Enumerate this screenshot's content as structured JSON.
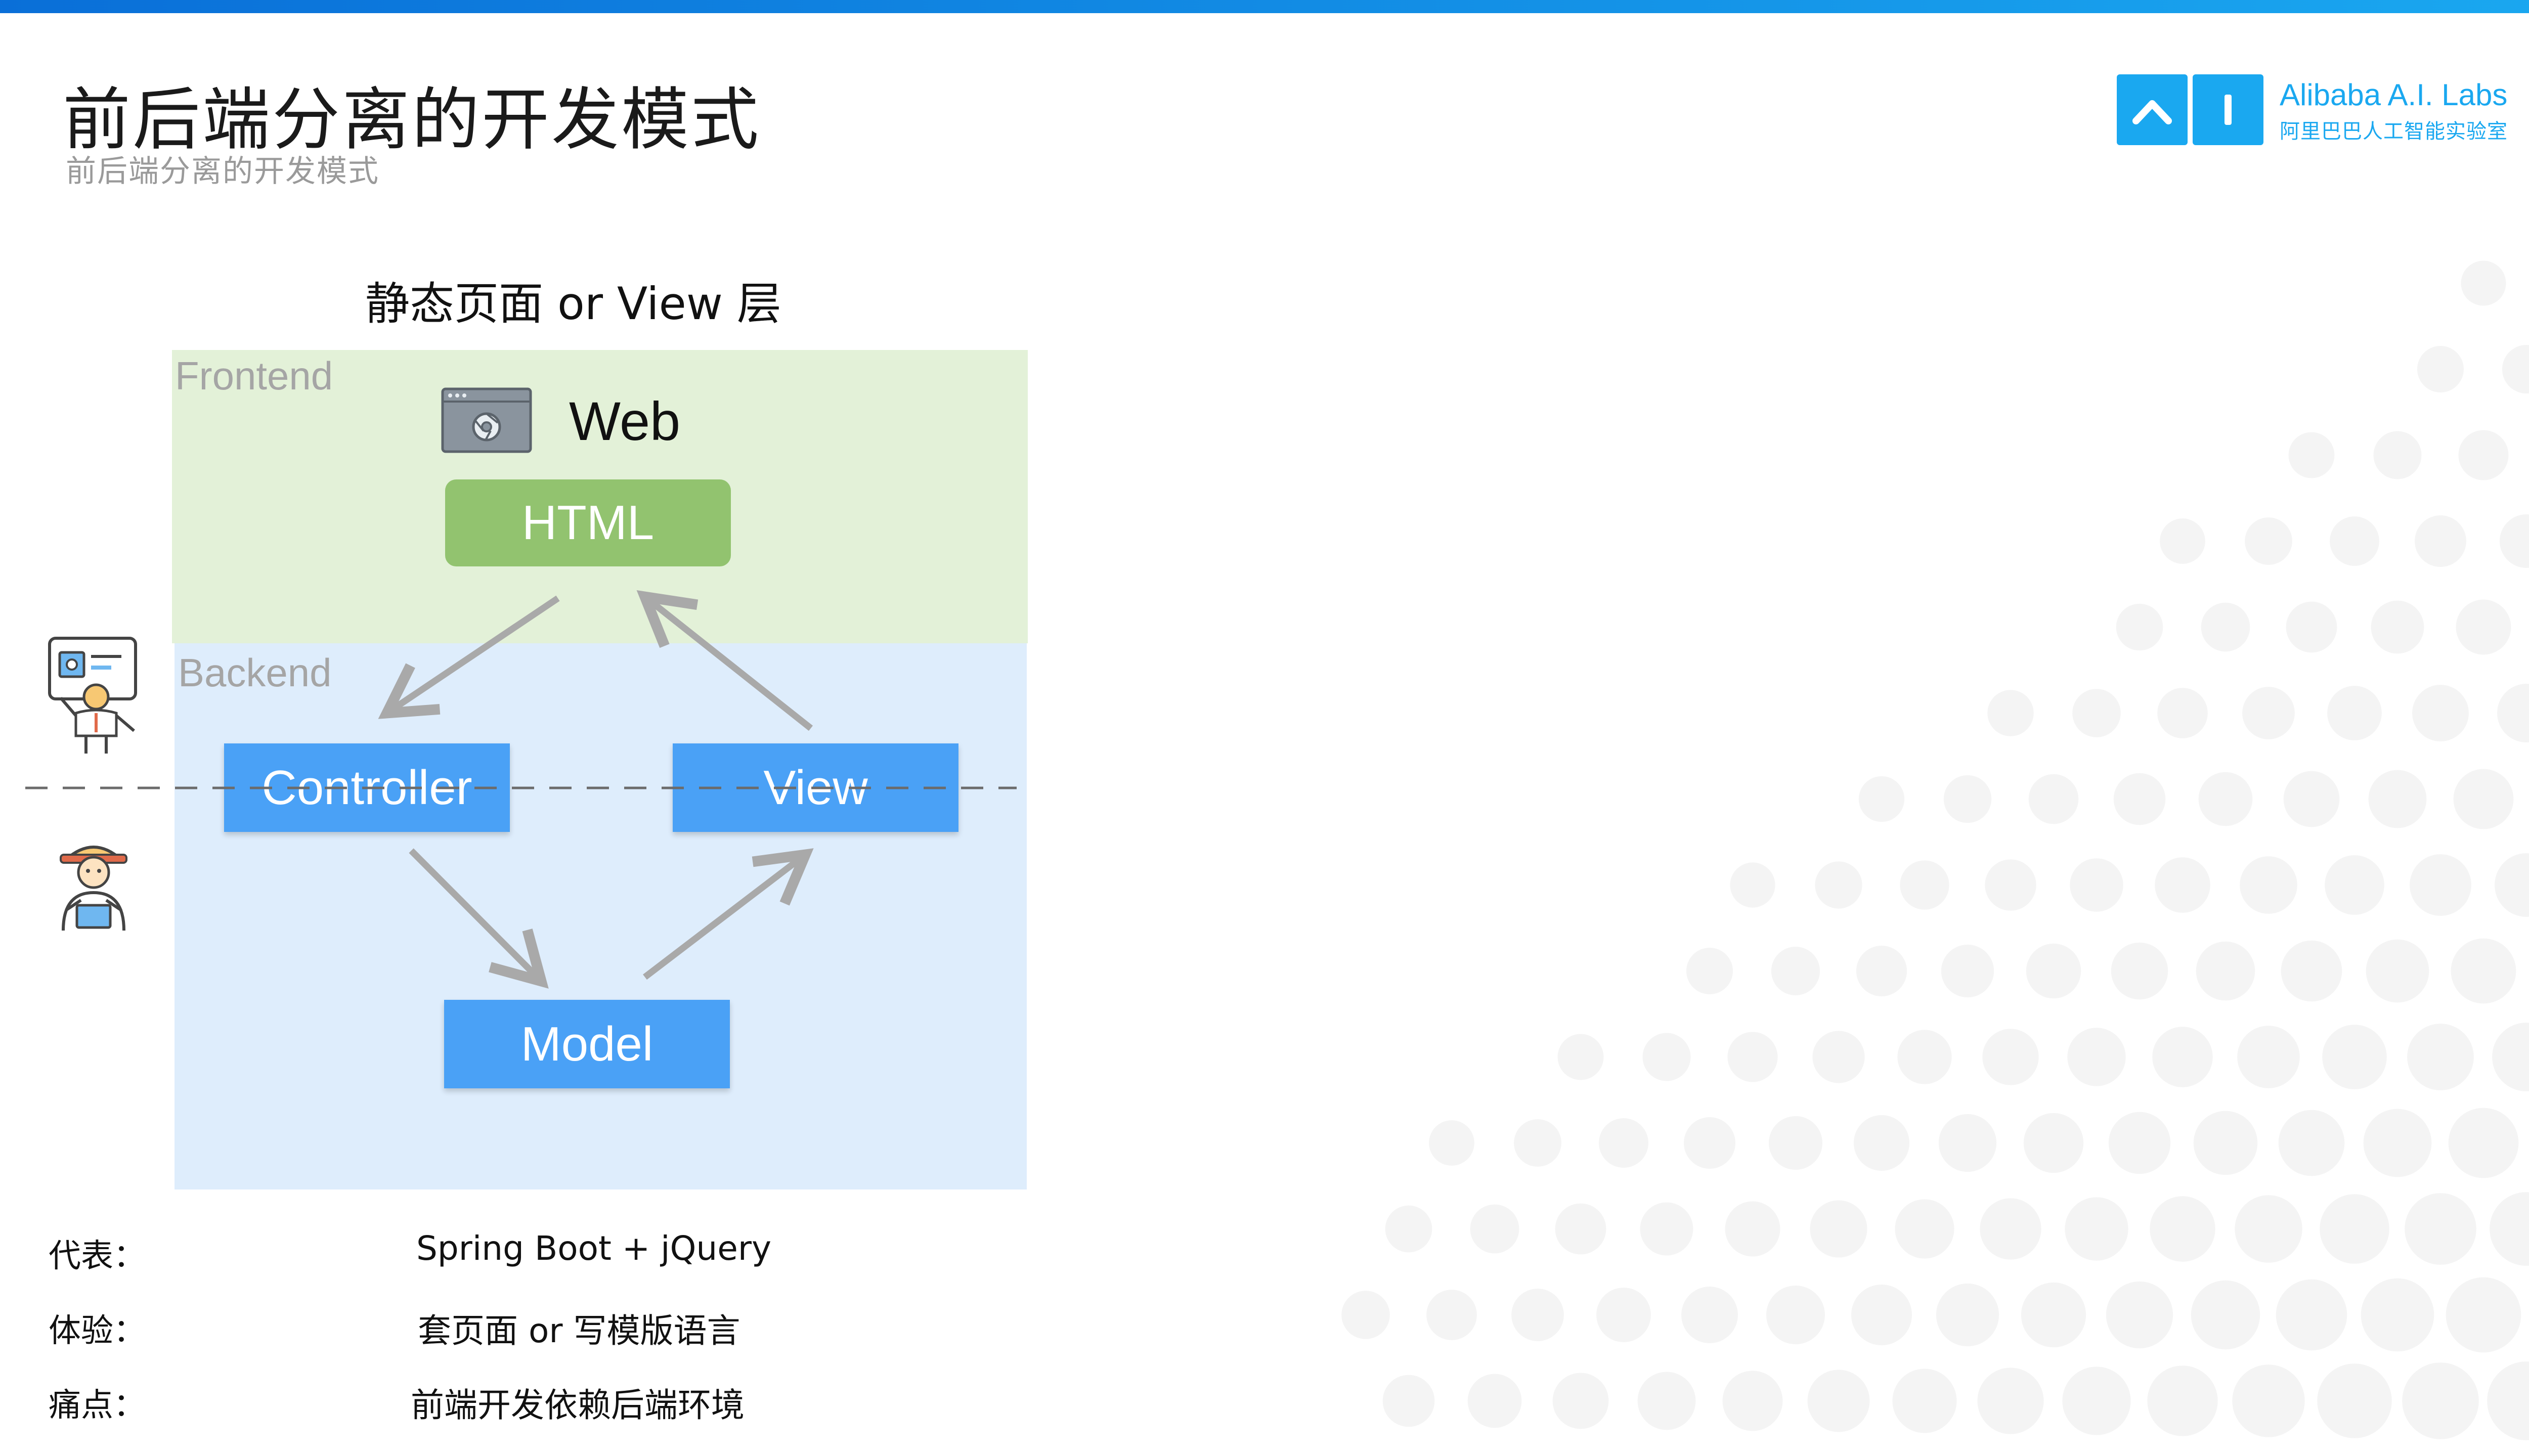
{
  "header": {
    "title": "前后端分离的开发模式",
    "subtitle": "前后端分离的开发模式"
  },
  "logo": {
    "brand_en": "Alibaba A.I. Labs",
    "brand_cn": "阿里巴巴人工智能实验室"
  },
  "diagram": {
    "title": "静态页面 or View 层",
    "frontend_label": "Frontend",
    "backend_label": "Backend",
    "web_label": "Web",
    "html_label": "HTML",
    "controller_label": "Controller",
    "view_label": "View",
    "model_label": "Model"
  },
  "info": {
    "rows": [
      {
        "label": "代表：",
        "value": "Spring Boot + jQuery"
      },
      {
        "label": "体验：",
        "value": "套页面 or 写模版语言"
      },
      {
        "label": "痛点：",
        "value": "前端开发依赖后端环境"
      }
    ]
  },
  "colors": {
    "accent": "#1aa8f0",
    "frontend_bg": "#e3f1d8",
    "backend_bg": "#deedfc",
    "html_box": "#92c36f",
    "blue_box": "#4aa1f6"
  }
}
